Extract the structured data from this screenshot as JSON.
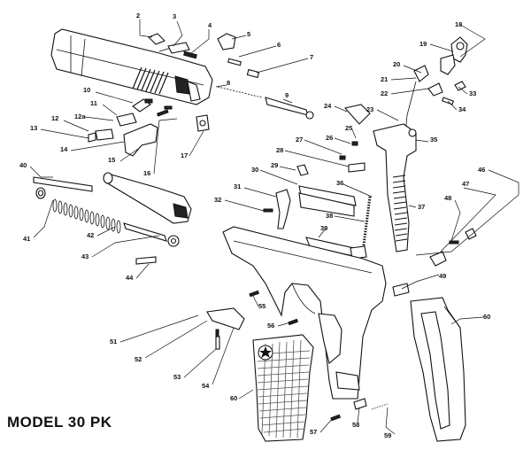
{
  "title": "MODEL 30 PK",
  "callouts": [
    {
      "num": "2"
    },
    {
      "num": "3"
    },
    {
      "num": "4"
    },
    {
      "num": "5"
    },
    {
      "num": "6"
    },
    {
      "num": "7"
    },
    {
      "num": "8"
    },
    {
      "num": "9"
    },
    {
      "num": "10"
    },
    {
      "num": "11"
    },
    {
      "num": "12a"
    },
    {
      "num": "12"
    },
    {
      "num": "13"
    },
    {
      "num": "14"
    },
    {
      "num": "15"
    },
    {
      "num": "16"
    },
    {
      "num": "17"
    },
    {
      "num": "18"
    },
    {
      "num": "19"
    },
    {
      "num": "20"
    },
    {
      "num": "21"
    },
    {
      "num": "22"
    },
    {
      "num": "33"
    },
    {
      "num": "34"
    },
    {
      "num": "23"
    },
    {
      "num": "24"
    },
    {
      "num": "25"
    },
    {
      "num": "26"
    },
    {
      "num": "27"
    },
    {
      "num": "28"
    },
    {
      "num": "35"
    },
    {
      "num": "29"
    },
    {
      "num": "30"
    },
    {
      "num": "36"
    },
    {
      "num": "37"
    },
    {
      "num": "31"
    },
    {
      "num": "32"
    },
    {
      "num": "38"
    },
    {
      "num": "39"
    },
    {
      "num": "40"
    },
    {
      "num": "41"
    },
    {
      "num": "42"
    },
    {
      "num": "43"
    },
    {
      "num": "44"
    },
    {
      "num": "46"
    },
    {
      "num": "47"
    },
    {
      "num": "48"
    },
    {
      "num": "49"
    },
    {
      "num": "55"
    },
    {
      "num": "56"
    },
    {
      "num": "60"
    },
    {
      "num": "51"
    },
    {
      "num": "52"
    },
    {
      "num": "53"
    },
    {
      "num": "54"
    },
    {
      "num": "60"
    },
    {
      "num": "57"
    },
    {
      "num": "58"
    },
    {
      "num": "59"
    }
  ]
}
